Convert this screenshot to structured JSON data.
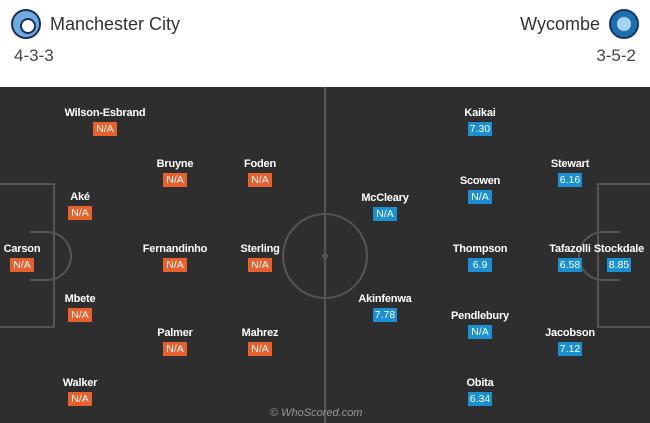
{
  "home": {
    "name": "Manchester City",
    "formation": "4-3-3",
    "crest_icon": "manchester-city-crest-icon"
  },
  "away": {
    "name": "Wycombe",
    "formation": "3-5-2",
    "crest_icon": "wycombe-crest-icon"
  },
  "players": {
    "home": [
      {
        "name": "Wilson-Esbrand",
        "rating": "N/A"
      },
      {
        "name": "Bruyne",
        "rating": "N/A"
      },
      {
        "name": "Foden",
        "rating": "N/A"
      },
      {
        "name": "Aké",
        "rating": "N/A"
      },
      {
        "name": "Carson",
        "rating": "N/A"
      },
      {
        "name": "Fernandinho",
        "rating": "N/A"
      },
      {
        "name": "Sterling",
        "rating": "N/A"
      },
      {
        "name": "Mbete",
        "rating": "N/A"
      },
      {
        "name": "Palmer",
        "rating": "N/A"
      },
      {
        "name": "Mahrez",
        "rating": "N/A"
      },
      {
        "name": "Walker",
        "rating": "N/A"
      }
    ],
    "away": [
      {
        "name": "Kaikai",
        "rating": "7.30"
      },
      {
        "name": "Stewart",
        "rating": "6.16"
      },
      {
        "name": "McCleary",
        "rating": "N/A"
      },
      {
        "name": "Scowen",
        "rating": "N/A"
      },
      {
        "name": "Thompson",
        "rating": "6.9"
      },
      {
        "name": "Tafazolli",
        "rating": "6.58"
      },
      {
        "name": "Stockdale",
        "rating": "8.85"
      },
      {
        "name": "Akinfenwa",
        "rating": "7.78"
      },
      {
        "name": "Pendlebury",
        "rating": "N/A"
      },
      {
        "name": "Jacobson",
        "rating": "7.12"
      },
      {
        "name": "Obita",
        "rating": "6.34"
      }
    ]
  },
  "watermark": "© WhoScored.com",
  "colors": {
    "home_rating": "#e8602c",
    "away_rating": "#1a8fd1",
    "pitch": "#2e2e2e"
  }
}
